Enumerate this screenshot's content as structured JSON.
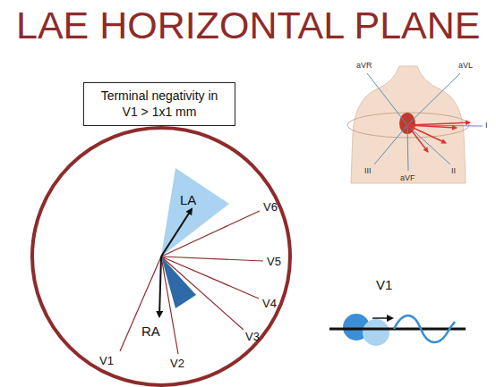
{
  "diagram": {
    "title": "LAE HORIZONTAL PLANE",
    "nodes": [
      {
        "text": [
          "Terminal negativity in V1 > 1x1 mm"
        ]
      }
    ],
    "labels": [
      "LA",
      "RA",
      "V6",
      "V5",
      "V4",
      "V3",
      "V2",
      "V1",
      "aVR",
      "aVL",
      "I",
      "III",
      "aVF",
      "II",
      "V1"
    ]
  }
}
